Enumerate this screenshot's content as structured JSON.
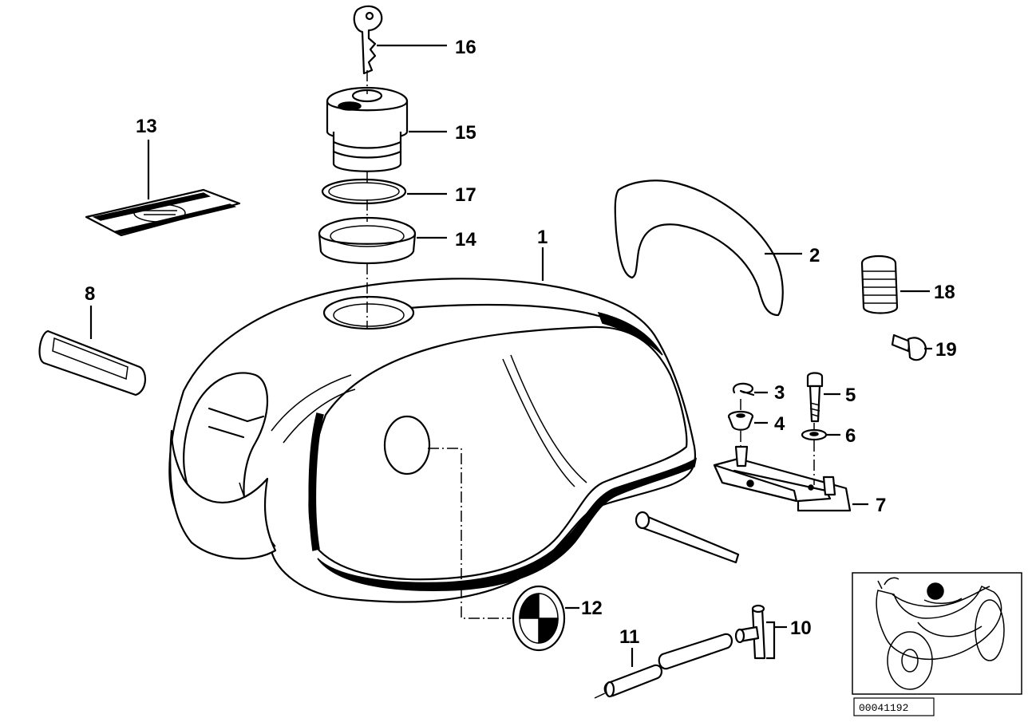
{
  "diagram": {
    "reference_number": "00041192",
    "callouts": [
      {
        "id": "c1",
        "label": "1"
      },
      {
        "id": "c2",
        "label": "2"
      },
      {
        "id": "c3",
        "label": "3"
      },
      {
        "id": "c4",
        "label": "4"
      },
      {
        "id": "c5",
        "label": "5"
      },
      {
        "id": "c6",
        "label": "6"
      },
      {
        "id": "c7",
        "label": "7"
      },
      {
        "id": "c8",
        "label": "8"
      },
      {
        "id": "c10",
        "label": "10"
      },
      {
        "id": "c11",
        "label": "11"
      },
      {
        "id": "c12",
        "label": "12"
      },
      {
        "id": "c13",
        "label": "13"
      },
      {
        "id": "c14",
        "label": "14"
      },
      {
        "id": "c15",
        "label": "15"
      },
      {
        "id": "c16",
        "label": "16"
      },
      {
        "id": "c17",
        "label": "17"
      },
      {
        "id": "c18",
        "label": "18"
      },
      {
        "id": "c19",
        "label": "19"
      }
    ],
    "colors": {
      "line": "#000000",
      "background": "#ffffff"
    }
  }
}
